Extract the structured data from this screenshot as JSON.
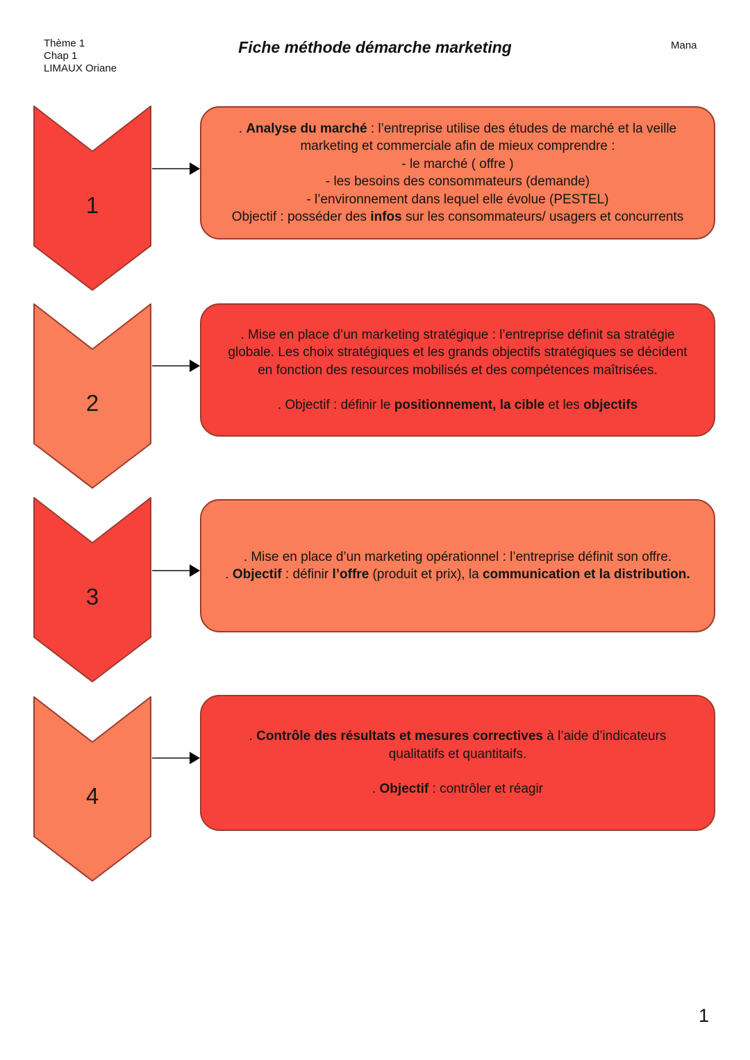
{
  "header": {
    "meta_lines": [
      "Thème 1",
      "Chap 1",
      "LIMAUX Oriane"
    ],
    "title": "Fiche méthode démarche marketing",
    "right_label": "Mana"
  },
  "colors": {
    "red": "#F6423B",
    "salmon": "#F97E59",
    "border": "#9C3A2F",
    "connector_line": "#4D4D4D",
    "arrowhead": "#000000"
  },
  "steps": [
    {
      "number": "1",
      "chevron_color": "red",
      "box_color": "salmon",
      "paragraphs": [
        {
          "runs": [
            {
              "t": ". "
            },
            {
              "t": "Analyse du marché",
              "b": true
            },
            {
              "t": " : l’entreprise utilise des études de marché et la veille marketing et commerciale afin de mieux comprendre :"
            }
          ]
        },
        {
          "runs": [
            {
              "t": "- le marché ( offre )"
            }
          ]
        },
        {
          "runs": [
            {
              "t": "- les besoins des consommateurs (demande)"
            }
          ]
        },
        {
          "runs": [
            {
              "t": "- l’environnement dans lequel elle évolue (PESTEL)"
            }
          ]
        },
        {
          "runs": [
            {
              "t": "Objectif : posséder des "
            },
            {
              "t": "infos",
              "b": true
            },
            {
              "t": " sur les consommateurs/ usagers et concurrents"
            }
          ]
        }
      ]
    },
    {
      "number": "2",
      "chevron_color": "salmon",
      "box_color": "red",
      "paragraphs": [
        {
          "runs": [
            {
              "t": ". Mise en place d’un marketing stratégique : l’entreprise définit sa stratégie globale. Les choix stratégiques et les grands objectifs stratégiques se décident en fonction des resources mobilisés et des compétences maîtrisées."
            }
          ]
        },
        {
          "gap": true,
          "runs": [
            {
              "t": ". Objectif : définir le "
            },
            {
              "t": "positionnement, la cible",
              "b": true
            },
            {
              "t": " et les "
            },
            {
              "t": "objectifs",
              "b": true
            }
          ]
        }
      ]
    },
    {
      "number": "3",
      "chevron_color": "red",
      "box_color": "salmon",
      "paragraphs": [
        {
          "runs": [
            {
              "t": ". Mise en place d’un marketing opérationnel : l’entreprise définit son offre."
            }
          ]
        },
        {
          "runs": [
            {
              "t": ". "
            },
            {
              "t": "Objectif",
              "b": true
            },
            {
              "t": " : définir "
            },
            {
              "t": "l’offre",
              "b": true
            },
            {
              "t": " (produit et prix), la "
            },
            {
              "t": "communication et la distribution.",
              "b": true
            }
          ]
        }
      ]
    },
    {
      "number": "4",
      "chevron_color": "salmon",
      "box_color": "red",
      "paragraphs": [
        {
          "runs": [
            {
              "t": ". "
            },
            {
              "t": "Contrôle des résultats et mesures correctives",
              "b": true
            },
            {
              "t": " à l’aide d’indicateurs qualitatifs et quantitaifs."
            }
          ]
        },
        {
          "gap": true,
          "runs": [
            {
              "t": ". "
            },
            {
              "t": "Objectif",
              "b": true
            },
            {
              "t": " : contrôler et réagir"
            }
          ]
        }
      ]
    }
  ],
  "page_number": "1"
}
